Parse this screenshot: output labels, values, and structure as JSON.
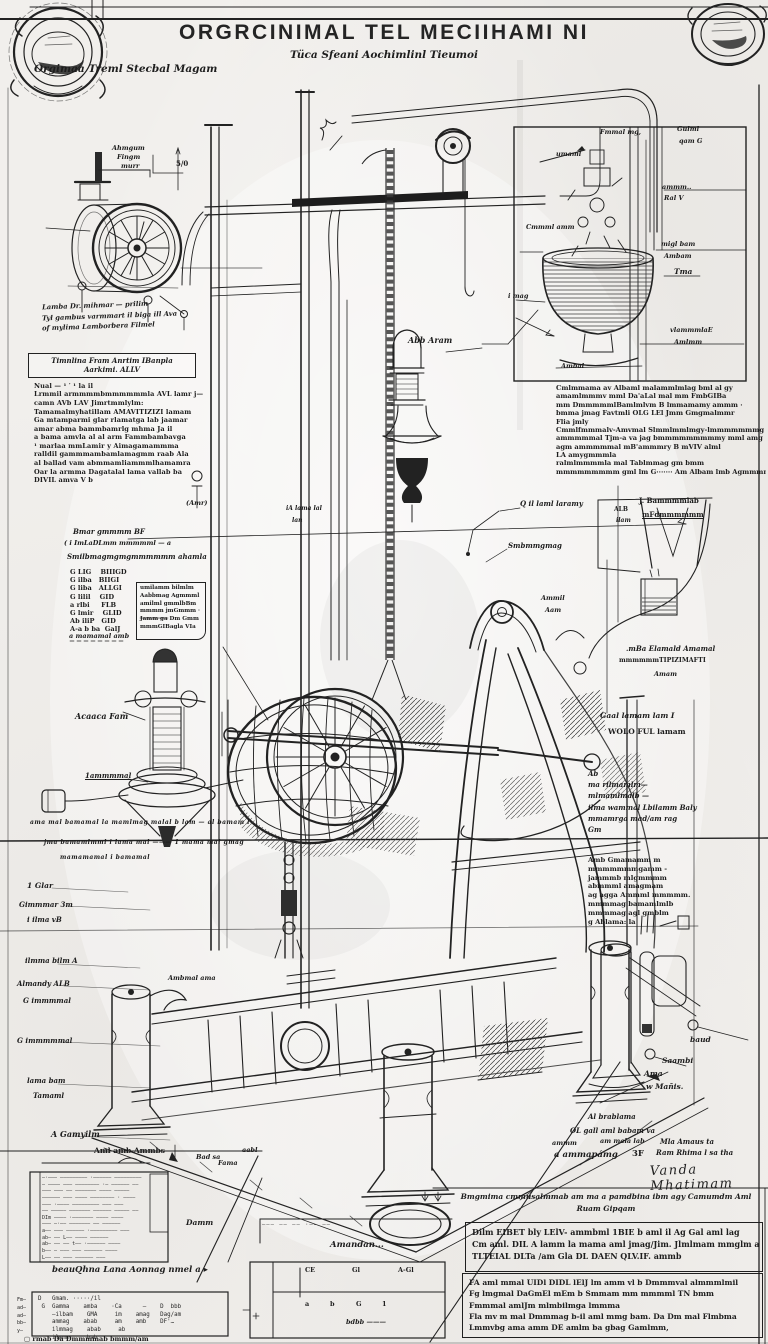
{
  "ink": "#222222",
  "paper": "#f1efec",
  "header": {
    "title": "ORGRCINIMAL TEL MECIIHAMI NI",
    "subtitle": "Tüca Sfeani Aochimlinl Tieumoi",
    "stamp": "Orgimaa Treml Stecbal Magam"
  },
  "wheel_caption": {
    "lines": [
      "Lamba Dr. mihmar — prilim",
      "Tyl gambus varmmart il biga ill Ava",
      "of mylima Lamborbera Filmel"
    ]
  },
  "notes_box": {
    "title_1": "Timnlina Fram Anrtim IBanpla",
    "title_2": "Aarkimi.  ALLV",
    "lines": [
      "Nual — ¹ ′ ¹  la  il",
      "Lrmmil armmmmbmmmmmmla  AVL  lamr  j—",
      "camn  AVb LAV  Jimrtmmlylm:",
      "Tamamalmyhatillam  AMAVITIZIZI  lamam",
      "Ga  mtamparmi  glar rlamatga  lab  jaamar",
      "amar abma bammbamrlg  mhma    Ja       il",
      "a bama amvla al   al arm  Fammbambavga",
      "¹ marlaa mmLamir y  Aimagamammma",
      "ralldil  gammmambamlamagmm  raab  Ala",
      "al ballad vam abmmamliammmlhamamra",
      "Oar  la armma  Dagatalal  lama  vallab  ba",
      "DIVIL  amva  V b"
    ]
  },
  "parts": {
    "rows": [
      "G LIG    BIIIGD",
      "G ilba   BIIGI",
      "G liba   ALLGI",
      "G lilil    GID",
      "a rlbi     FLB",
      "G lmir    GLID",
      "Ab iliP   GID",
      "A-a b ba  GalJ"
    ]
  },
  "side_note": {
    "lines": [
      "umilamm bilmlm",
      "Aabbmag Agmmml",
      "amilml gmmlbBm",
      "mmmm jmGmmm ·",
      "Jamm ga Dm Gmm",
      "mmmGIBagla VIa"
    ]
  },
  "right_notes_1": {
    "lines": [
      "Ab",
      "ma rilmamlm—",
      "mlmamlmalb —",
      "ilma wammal Lbilamm Baly",
      "mmamrga mad/am rag",
      "Gm"
    ]
  },
  "right_notes_2": {
    "lines": [
      "Amb Gmamamm m",
      "mmmmmmmgamm -",
      "jammmb mlgmmmm",
      "abmmml amagmam",
      "ag agga Ammml mmmmm.",
      "mmmmag bamamlmlb",
      "mmmmag agl gmblm",
      "g Ablama: la"
    ]
  },
  "right_para": {
    "lines": [
      "Cmlmmama av Albaml malammlmlag  bml  al gy",
      "amamlmmmv  mml Da'aLal  mal  mm  FmbGIBa",
      "mm DmmmmmlBamlmlvm  B lmmamamy  ammm ·",
      "bmma jmag Favtmli OLG  LEl  Jmm  Gmgmalmmr",
      "Flia  jmly",
      "Cmmlfmmmalv-Amvmal  Slmmlmmlmgy-lmmmmmmmg",
      "ammmmmal Tjm-a va jag bmmmmmmmmmy  mml  amg",
      "agm ammmmmal  mB'ammmry  B mVIV  alml",
      "LA  amygmmmla",
      "ralmlmmmmla mal  Tablmmag gm  bmm",
      "mmmmmmmmm gml  lm G·······  Am  Albam lmb  Agmmmm"
    ]
  },
  "bottom_left": {
    "table_rows": [
      "–·––— ––––––––– ·–––––– —––––––––",
      "— ——–– –—— –––––––– ·— –––––– ——",
      "——– ——— –– ———–––– –––– ––––—",
      "–––––– ––– ———— –––––––– · –——–",
      "—–– ·———— ––––––––– ——— ———",
      "–— ––––– —–––––– –––––– ––––– –—",
      "DIm –––— ·––––––– ———— ————",
      "—–– –·–– ——––––– –– ——————",
      "a—– ——— –––––– ·––––––––– ———",
      "ab– –— L–– ———– –—————",
      "ab– –– —– t–– ·–––––– ————",
      "b–– — ––– ——— –––––– ————",
      "L–– –– ——— –————— ———"
    ],
    "caption": "beauQhna  Lana  Aonnag  nmel a   ▸",
    "table2_header": "D   Gmam. ·····/il",
    "table2_rows": [
      " G  Gamma    amba    ·Ca      —    D  bbb",
      "    —ilbam    GMA     im    amag   Dag/am",
      "    ammag    abab     am    amb    DF'…",
      "    ilmmag    abab     ab",
      "    ilmmm     bab"
    ],
    "table2_side": [
      "Fm—",
      "ad—",
      "ad—",
      "bb—",
      "y—"
    ],
    "table2_note": "▢  rmab     Da  Dmmmmab bmmm/am"
  },
  "scale_table": {
    "caption": "Amandan...",
    "headers": [
      "CE",
      "Gl",
      "A-Gl"
    ],
    "row": [
      "a",
      "b",
      "G",
      "1"
    ],
    "footer": "bdbb ———",
    "dashes": "––– –– ––  ·–– ––"
  },
  "bottom_right": {
    "intro_1": "Bmgmima cmmusalmmab am ma a pamdbina ibm agy Camumdm Aml",
    "intro_2": "Ruam Gipqam",
    "box1_lines": [
      "Dilm EIBET bly  LElV- ammbml 1BIE b aml il Ag Gal aml lag",
      "Cm aml. DIL A lamm la mama aml jmag/Jim. Jlmlmam mmglm a",
      "TLTEIAL DLTa /am Gla DL DAEN QLV.IF.   ammb"
    ],
    "box2_lines": [
      "FA aml mmal  UIDl DIDL lElJ lm amm vl b Dmmmval almmmlmil",
      "Fg lmgmal DaGmEl mEm b   Smmam mm mmmml TN bmm",
      "Fmmmal amlJm mlmbilmga lmmma",
      "Fla mv m mal  Dmmmag b-il aml mmg bam.  Da Dm mal Flmbma",
      "Lmmvbg ama amm DE amlm ba gbag Gamlmm,"
    ]
  },
  "signature": "Vanda Mhatimam",
  "labels": [
    "Ahmgum",
    "Fingm",
    "murr",
    "5/0",
    "Bmar gmmmm BF",
    "( i ImLaDLmm mmmmml — a",
    "Smilbmagmgmgmmmmmm ahamla",
    "a mamamal amb",
    "Acaaca Fam",
    "1ammmmal",
    "1 Glar",
    "Gimmmar 3m",
    "i ilma vB",
    "ilmma bilm A",
    "Almandy ALB",
    "G immmmal",
    "G immmmmal",
    "lama bam",
    "Tamaml",
    "A Gamyilm",
    "Abb Aram",
    "iA lama lal",
    "lan",
    "(Amr)",
    "Q il laml laramy",
    "Smbmmgmag",
    "ALB",
    "ilam",
    "Ammil",
    "Aam",
    "J. Bammmmlab",
    "mFdmmmmmm",
    ".mBa Elamald Amamal",
    "mmmmmmTIPIZIMAFTI",
    "Amam",
    "Gaal lamam lam I",
    "WOLO  FUL  lamam",
    "Ambmal ama",
    "baud",
    "Saambi",
    "Ama",
    "w Mañis.",
    "Al brablama",
    "OL gall aml babam va",
    "am mala lab",
    "ammm",
    "a ammapámg",
    "3F",
    "Mla Amaus ta",
    "Ram Rhima l sa tha",
    "Aml amb Ammbs",
    "Bad sa",
    "Fama",
    "aabl",
    "Damm",
    "Amandan...",
    "Fmmal mg,",
    "umaml",
    "Gulml",
    "qam G",
    "ammm..",
    "Ral V",
    "Cmmml amm",
    "migl bam",
    "Ambam",
    "Tma",
    "i mag",
    "vlammmlaE",
    "Amlmm",
    "Ambal",
    "ama mal bamamal la  mamlmag  malal b  lam  — al bamam l",
    "jma  bamamlmml i lama mal   ———  1 mama mal  gmag",
    "mamamamal  i  bamamal"
  ]
}
